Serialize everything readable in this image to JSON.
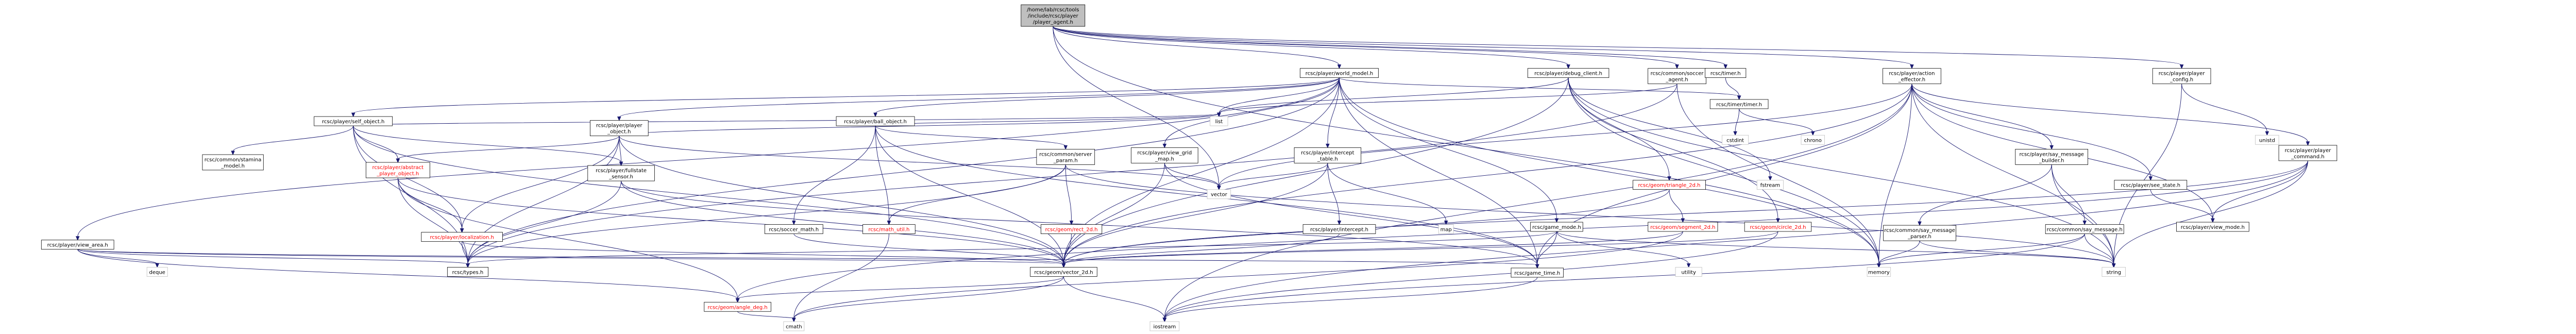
{
  "colors": {
    "root_fill": "#bfbfbf",
    "node_fill": "#ffffff",
    "node_border": "#000000",
    "std_border": "#bfbfbf",
    "link_text": "#000000",
    "red_text": "#ff0000",
    "edge": "#191970"
  },
  "nodes": [
    {
      "id": "root",
      "lines": [
        "/home/lab/rcsc/tools",
        "/include/rcsc/player",
        "/player_agent.h"
      ],
      "style": "root"
    },
    {
      "id": "world_model",
      "lines": [
        "rcsc/player/world_model.h"
      ],
      "style": "link"
    },
    {
      "id": "debug_client",
      "lines": [
        "rcsc/player/debug_client.h"
      ],
      "style": "link"
    },
    {
      "id": "soccer_agent",
      "lines": [
        "rcsc/common/soccer",
        "_agent.h"
      ],
      "style": "link"
    },
    {
      "id": "rcsc_timer",
      "lines": [
        "rcsc/timer.h"
      ],
      "style": "link"
    },
    {
      "id": "action_effector",
      "lines": [
        "rcsc/player/action",
        "_effector.h"
      ],
      "style": "link"
    },
    {
      "id": "player_config",
      "lines": [
        "rcsc/player/player",
        "_config.h"
      ],
      "style": "link"
    },
    {
      "id": "timer_timer",
      "lines": [
        "rcsc/timer/timer.h"
      ],
      "style": "link"
    },
    {
      "id": "view_area",
      "lines": [
        "rcsc/player/view_area.h"
      ],
      "style": "link"
    },
    {
      "id": "self_object",
      "lines": [
        "rcsc/player/self_object.h"
      ],
      "style": "link"
    },
    {
      "id": "player_object",
      "lines": [
        "rcsc/player/player",
        "_object.h"
      ],
      "style": "link"
    },
    {
      "id": "ball_object",
      "lines": [
        "rcsc/player/ball_object.h"
      ],
      "style": "link"
    },
    {
      "id": "view_grid_map",
      "lines": [
        "rcsc/player/view_grid",
        "_map.h"
      ],
      "style": "link"
    },
    {
      "id": "intercept_table",
      "lines": [
        "rcsc/player/intercept",
        "_table.h"
      ],
      "style": "link"
    },
    {
      "id": "game_mode",
      "lines": [
        "rcsc/game_mode.h"
      ],
      "style": "link"
    },
    {
      "id": "triangle_2d",
      "lines": [
        "rcsc/geom/triangle_2d.h"
      ],
      "style": "red"
    },
    {
      "id": "segment_2d",
      "lines": [
        "rcsc/geom/segment_2d.h"
      ],
      "style": "red"
    },
    {
      "id": "circle_2d",
      "lines": [
        "rcsc/geom/circle_2d.h"
      ],
      "style": "red"
    },
    {
      "id": "fstream",
      "lines": [
        "fstream"
      ],
      "style": "std"
    },
    {
      "id": "stamina_model",
      "lines": [
        "rcsc/common/stamina",
        "_model.h"
      ],
      "style": "link"
    },
    {
      "id": "abstract_player",
      "lines": [
        "rcsc/player/abstract",
        "_player_object.h"
      ],
      "style": "red"
    },
    {
      "id": "fullstate_sensor",
      "lines": [
        "rcsc/player/fullstate",
        "_sensor.h"
      ],
      "style": "link"
    },
    {
      "id": "localization",
      "lines": [
        "rcsc/player/localization.h"
      ],
      "style": "red"
    },
    {
      "id": "soccer_math",
      "lines": [
        "rcsc/soccer_math.h"
      ],
      "style": "link"
    },
    {
      "id": "math_util",
      "lines": [
        "rcsc/math_util.h"
      ],
      "style": "red"
    },
    {
      "id": "server_param",
      "lines": [
        "rcsc/common/server",
        "_param.h"
      ],
      "style": "link"
    },
    {
      "id": "rect_2d",
      "lines": [
        "rcsc/geom/rect_2d.h"
      ],
      "style": "red"
    },
    {
      "id": "intercept",
      "lines": [
        "rcsc/player/intercept.h"
      ],
      "style": "link"
    },
    {
      "id": "map",
      "lines": [
        "map"
      ],
      "style": "std"
    },
    {
      "id": "list",
      "lines": [
        "list"
      ],
      "style": "std"
    },
    {
      "id": "vector",
      "lines": [
        "vector"
      ],
      "style": "std"
    },
    {
      "id": "cstdint",
      "lines": [
        "cstdint"
      ],
      "style": "std"
    },
    {
      "id": "chrono",
      "lines": [
        "chrono"
      ],
      "style": "std"
    },
    {
      "id": "unistd",
      "lines": [
        "unistd"
      ],
      "style": "std"
    },
    {
      "id": "say_message_builder",
      "lines": [
        "rcsc/player/say_message",
        "_builder.h"
      ],
      "style": "link"
    },
    {
      "id": "see_state",
      "lines": [
        "rcsc/player/see_state.h"
      ],
      "style": "link"
    },
    {
      "id": "player_command",
      "lines": [
        "rcsc/player/player",
        "_command.h"
      ],
      "style": "link"
    },
    {
      "id": "say_message_parser",
      "lines": [
        "rcsc/common/say_message",
        "_parser.h"
      ],
      "style": "link"
    },
    {
      "id": "say_message",
      "lines": [
        "rcsc/common/say_message.h"
      ],
      "style": "link"
    },
    {
      "id": "view_mode",
      "lines": [
        "rcsc/player/view_mode.h"
      ],
      "style": "link"
    },
    {
      "id": "types",
      "lines": [
        "rcsc/types.h"
      ],
      "style": "link"
    },
    {
      "id": "vector_2d",
      "lines": [
        "rcsc/geom/vector_2d.h"
      ],
      "style": "link"
    },
    {
      "id": "game_time",
      "lines": [
        "rcsc/game_time.h"
      ],
      "style": "link"
    },
    {
      "id": "deque",
      "lines": [
        "deque"
      ],
      "style": "std"
    },
    {
      "id": "utility",
      "lines": [
        "utility"
      ],
      "style": "std"
    },
    {
      "id": "memory",
      "lines": [
        "memory"
      ],
      "style": "std"
    },
    {
      "id": "string",
      "lines": [
        "string"
      ],
      "style": "std"
    },
    {
      "id": "angle_deg",
      "lines": [
        "rcsc/geom/angle_deg.h"
      ],
      "style": "red"
    },
    {
      "id": "cmath",
      "lines": [
        "cmath"
      ],
      "style": "std"
    },
    {
      "id": "iostream",
      "lines": [
        "iostream"
      ],
      "style": "std"
    }
  ],
  "edges": [
    [
      "root",
      "world_model"
    ],
    [
      "root",
      "debug_client"
    ],
    [
      "root",
      "soccer_agent"
    ],
    [
      "root",
      "rcsc_timer"
    ],
    [
      "root",
      "action_effector"
    ],
    [
      "root",
      "player_config"
    ],
    [
      "root",
      "vector"
    ],
    [
      "root",
      "memory"
    ],
    [
      "world_model",
      "view_area"
    ],
    [
      "world_model",
      "self_object"
    ],
    [
      "world_model",
      "player_object"
    ],
    [
      "world_model",
      "ball_object"
    ],
    [
      "world_model",
      "view_grid_map"
    ],
    [
      "world_model",
      "intercept_table"
    ],
    [
      "world_model",
      "game_mode"
    ],
    [
      "world_model",
      "timer_timer"
    ],
    [
      "world_model",
      "types"
    ],
    [
      "world_model",
      "vector_2d"
    ],
    [
      "world_model",
      "game_time"
    ],
    [
      "world_model",
      "memory"
    ],
    [
      "world_model",
      "list"
    ],
    [
      "debug_client",
      "triangle_2d"
    ],
    [
      "debug_client",
      "circle_2d"
    ],
    [
      "debug_client",
      "fstream"
    ],
    [
      "debug_client",
      "list"
    ],
    [
      "debug_client",
      "memory"
    ],
    [
      "debug_client",
      "string"
    ],
    [
      "debug_client",
      "vector_2d"
    ],
    [
      "soccer_agent",
      "types"
    ],
    [
      "soccer_agent",
      "memory"
    ],
    [
      "soccer_agent",
      "list"
    ],
    [
      "rcsc_timer",
      "timer_timer"
    ],
    [
      "timer_timer",
      "cstdint"
    ],
    [
      "timer_timer",
      "chrono"
    ],
    [
      "action_effector",
      "say_message_builder"
    ],
    [
      "action_effector",
      "see_state"
    ],
    [
      "action_effector",
      "player_command"
    ],
    [
      "action_effector",
      "view_mode"
    ],
    [
      "action_effector",
      "game_time"
    ],
    [
      "action_effector",
      "vector"
    ],
    [
      "action_effector",
      "memory"
    ],
    [
      "action_effector",
      "string"
    ],
    [
      "action_effector",
      "iostream"
    ],
    [
      "action_effector",
      "vector_2d"
    ],
    [
      "player_config",
      "unistd"
    ],
    [
      "player_config",
      "string"
    ],
    [
      "view_area",
      "types"
    ],
    [
      "view_area",
      "vector_2d"
    ],
    [
      "view_area",
      "deque"
    ],
    [
      "view_area",
      "game_time"
    ],
    [
      "view_area",
      "angle_deg"
    ],
    [
      "self_object",
      "abstract_player"
    ],
    [
      "self_object",
      "stamina_model"
    ],
    [
      "self_object",
      "fullstate_sensor"
    ],
    [
      "self_object",
      "types"
    ],
    [
      "self_object",
      "vector_2d"
    ],
    [
      "self_object",
      "localization"
    ],
    [
      "self_object",
      "list"
    ],
    [
      "player_object",
      "abstract_player"
    ],
    [
      "player_object",
      "localization"
    ],
    [
      "player_object",
      "fullstate_sensor"
    ],
    [
      "player_object",
      "types"
    ],
    [
      "player_object",
      "vector_2d"
    ],
    [
      "player_object",
      "list"
    ],
    [
      "player_object",
      "vector"
    ],
    [
      "ball_object",
      "math_util"
    ],
    [
      "ball_object",
      "soccer_math"
    ],
    [
      "ball_object",
      "server_param"
    ],
    [
      "ball_object",
      "vector_2d"
    ],
    [
      "ball_object",
      "game_time"
    ],
    [
      "ball_object",
      "list"
    ],
    [
      "view_grid_map",
      "vector"
    ],
    [
      "view_grid_map",
      "vector_2d"
    ],
    [
      "view_grid_map",
      "game_time"
    ],
    [
      "intercept_table",
      "intercept"
    ],
    [
      "intercept_table",
      "map"
    ],
    [
      "intercept_table",
      "vector"
    ],
    [
      "intercept_table",
      "vector_2d"
    ],
    [
      "game_mode",
      "types"
    ],
    [
      "game_mode",
      "game_time"
    ],
    [
      "game_mode",
      "utility"
    ],
    [
      "game_mode",
      "string"
    ],
    [
      "triangle_2d",
      "segment_2d"
    ],
    [
      "triangle_2d",
      "vector_2d"
    ],
    [
      "segment_2d",
      "vector_2d"
    ],
    [
      "segment_2d",
      "cmath"
    ],
    [
      "circle_2d",
      "vector_2d"
    ],
    [
      "circle_2d",
      "iostream"
    ],
    [
      "abstract_player",
      "localization"
    ],
    [
      "abstract_player",
      "types"
    ],
    [
      "abstract_player",
      "vector_2d"
    ],
    [
      "abstract_player",
      "angle_deg"
    ],
    [
      "fullstate_sensor",
      "types"
    ],
    [
      "fullstate_sensor",
      "vector_2d"
    ],
    [
      "fullstate_sensor",
      "game_time"
    ],
    [
      "localization",
      "types"
    ],
    [
      "localization",
      "vector_2d"
    ],
    [
      "soccer_math",
      "vector_2d"
    ],
    [
      "math_util",
      "cmath"
    ],
    [
      "server_param",
      "rect_2d"
    ],
    [
      "server_param",
      "math_util"
    ],
    [
      "server_param",
      "types"
    ],
    [
      "server_param",
      "string"
    ],
    [
      "rect_2d",
      "vector_2d"
    ],
    [
      "intercept",
      "vector_2d"
    ],
    [
      "say_message_builder",
      "say_message_parser"
    ],
    [
      "say_message_builder",
      "say_message"
    ],
    [
      "say_message_builder",
      "string"
    ],
    [
      "see_state",
      "view_mode"
    ],
    [
      "player_command",
      "view_mode"
    ],
    [
      "player_command",
      "vector_2d"
    ],
    [
      "player_command",
      "angle_deg"
    ],
    [
      "player_command",
      "string"
    ],
    [
      "player_command",
      "iostream"
    ],
    [
      "say_message_parser",
      "memory"
    ],
    [
      "say_message_parser",
      "string"
    ],
    [
      "say_message",
      "string"
    ],
    [
      "say_message",
      "memory"
    ],
    [
      "say_message",
      "iostream"
    ],
    [
      "vector_2d",
      "angle_deg"
    ],
    [
      "vector_2d",
      "cmath"
    ],
    [
      "vector_2d",
      "iostream"
    ],
    [
      "angle_deg",
      "cmath"
    ],
    [
      "game_time",
      "iostream"
    ]
  ]
}
